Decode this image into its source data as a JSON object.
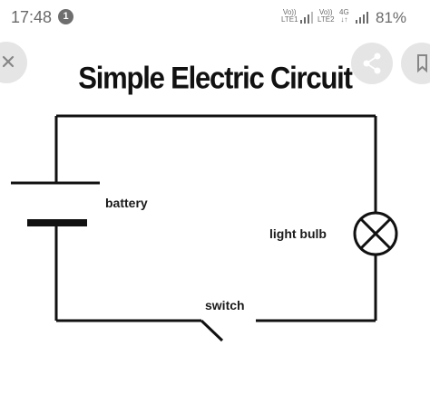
{
  "status_bar": {
    "time": "17:48",
    "notification_count": "1",
    "sim1_top": "Vo))",
    "sim1_bottom": "LTE1",
    "sim2_top": "Vo))",
    "sim2_bottom": "LTE2",
    "network_top": "4G",
    "network_bottom": "↓↑",
    "battery": "81%"
  },
  "viewer": {
    "close_icon": "close-icon",
    "share_icon": "share-icon",
    "bookmark_icon": "bookmark-icon"
  },
  "diagram": {
    "title": "Simple Electric Circuit",
    "battery_label": "battery",
    "bulb_label": "light bulb",
    "switch_label": "switch"
  }
}
